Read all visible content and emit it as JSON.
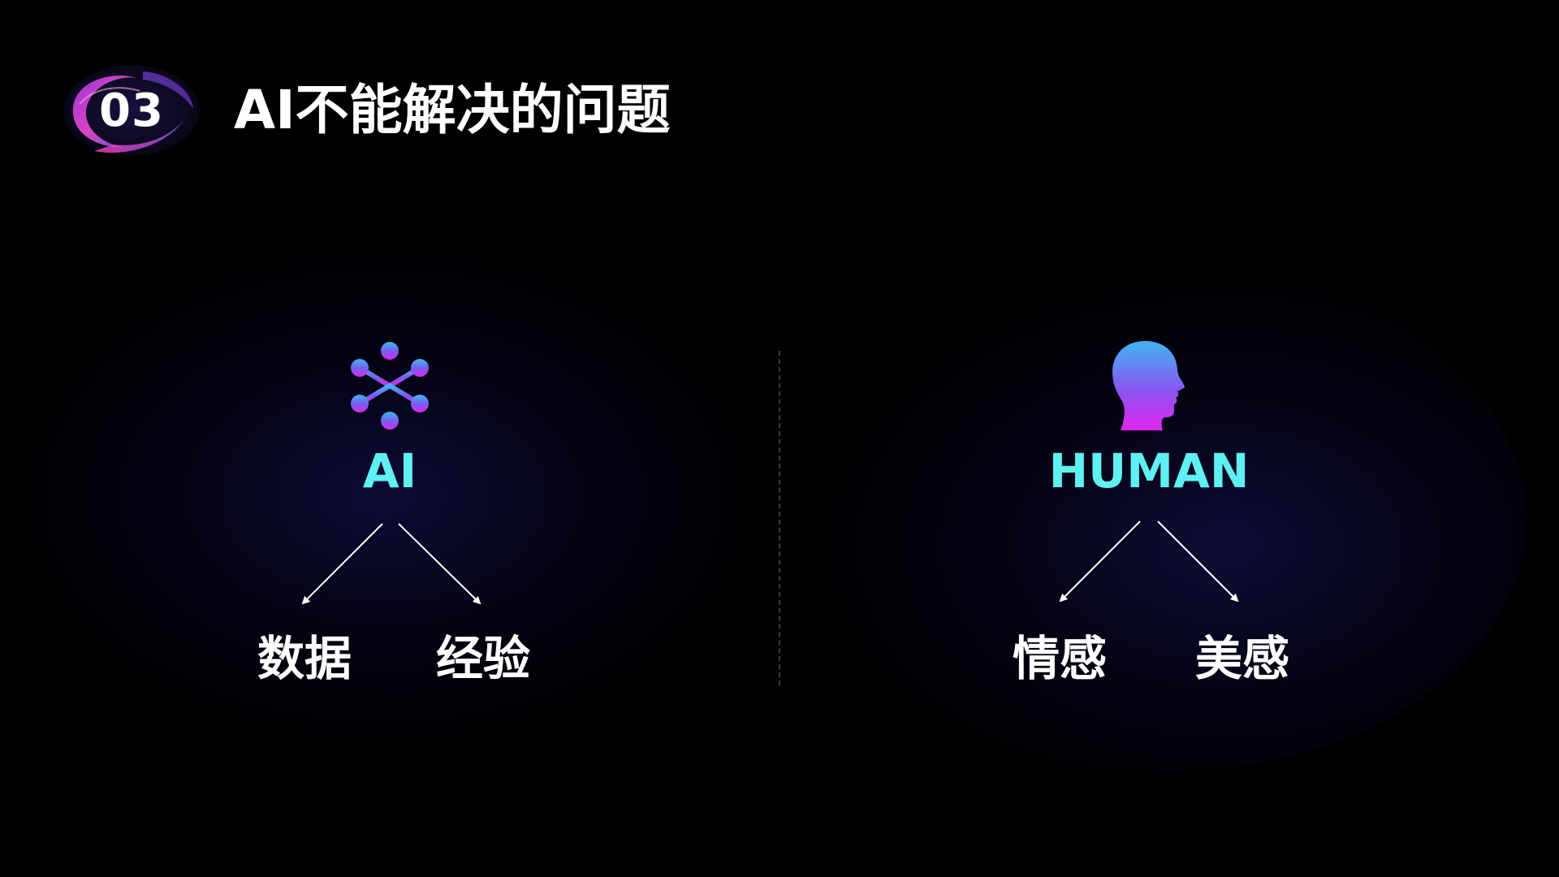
{
  "header": {
    "number": "03",
    "title": "AI不能解决的问题"
  },
  "left": {
    "label": "AI",
    "icon": "network-node-icon",
    "items": [
      "数据",
      "经验"
    ]
  },
  "right": {
    "label": "HUMAN",
    "icon": "human-head-icon",
    "items": [
      "情感",
      "美感"
    ]
  },
  "colors": {
    "background": "#000000",
    "accent_cyan": "#5ff0f2",
    "gradient_top": "#3fb6f0",
    "gradient_bottom": "#e026f0",
    "text": "#ffffff"
  }
}
